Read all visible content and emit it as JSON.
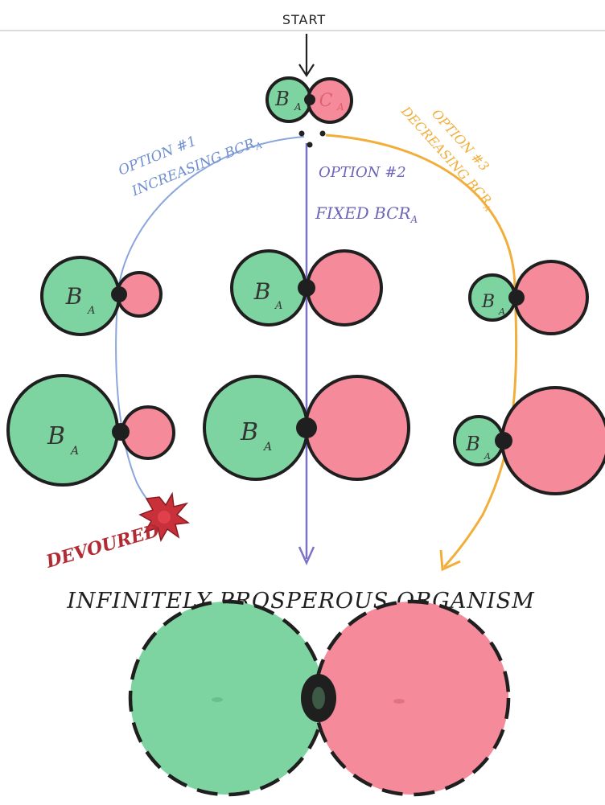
{
  "start_label": "START",
  "options": [
    {
      "line1": "OPTION #1",
      "line2": "INCREASING BCR",
      "sub": "A"
    },
    {
      "line1": "OPTION #2",
      "line2": "FIXED BCR",
      "sub": "A"
    },
    {
      "line1": "OPTION #3",
      "line2": "DECREASING BCR",
      "sub": "A"
    }
  ],
  "cell_labels": {
    "b": "B",
    "c": "C",
    "sub": "A"
  },
  "devoured_label": "DEVOURED",
  "result_title": "INFINITELY PROSPEROUS ORGANISM",
  "colors": {
    "green": "#7ed4a0",
    "red": "#f58a9a",
    "blue_path": "#8aa6dd",
    "purple_path": "#7a74c8",
    "orange_path": "#f2ae3a",
    "devoured": "#c8303a",
    "outline": "#1f1f1f"
  }
}
